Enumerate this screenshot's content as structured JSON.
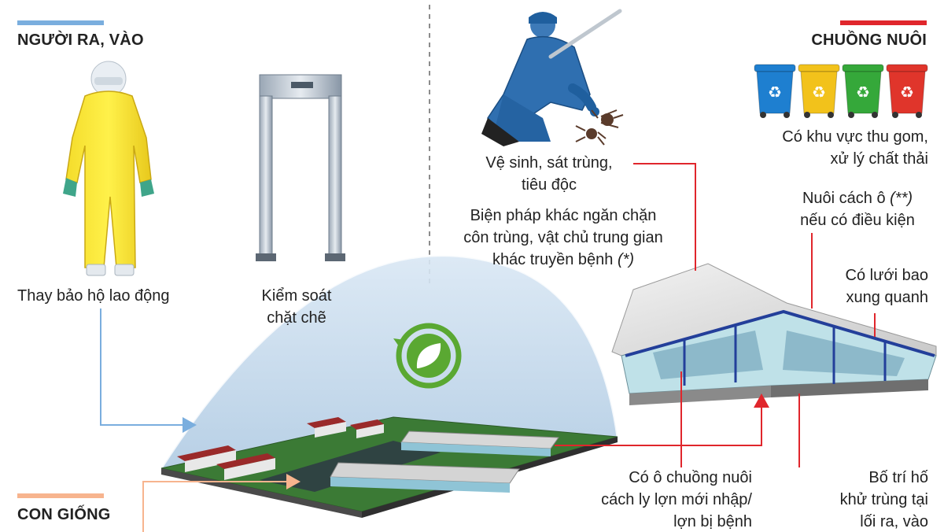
{
  "sections": {
    "people": {
      "title": "NGƯỜI RA, VÀO",
      "accent": "#7aaede"
    },
    "pens": {
      "title": "CHUỒNG NUÔI",
      "accent": "#e0262c"
    },
    "breeds": {
      "title": "CON GIỐNG",
      "accent": "#f7b48e"
    }
  },
  "labels": {
    "ppe": "Thay bảo hộ lao động",
    "gate_line1": "Kiểm soát",
    "gate_line2": "chặt chẽ",
    "sanitize_line1": "Vệ sinh, sát trùng,",
    "sanitize_line2": "tiêu độc",
    "other_line1": "Biện pháp khác ngăn chặn",
    "other_line2": "côn trùng, vật chủ trung gian",
    "other_line3": "khác truyền bệnh ",
    "other_note": "(*)",
    "waste_line1": "Có khu vực thu gom,",
    "waste_line2": "xử lý chất thải",
    "cells_line1": "Nuôi cách ô ",
    "cells_note": "(**)",
    "cells_line2": "nếu có điều kiện",
    "net_line1": "Có lưới bao",
    "net_line2": "xung quanh",
    "quarantine_line1": "Có ô chuồng nuôi",
    "quarantine_line2": "cách ly lợn mới nhập/",
    "quarantine_line3": "lợn bị bệnh",
    "footbath_line1": "Bố trí hố",
    "footbath_line2": "khử trùng tại",
    "footbath_line3": "lối ra, vào"
  },
  "bins": [
    {
      "color": "#1e7fd0",
      "icon": "recycle-icon"
    },
    {
      "color": "#f2c21b",
      "icon": "recycle-icon"
    },
    {
      "color": "#35a83a",
      "icon": "recycle-icon"
    },
    {
      "color": "#e0352b",
      "icon": "recycle-icon"
    }
  ],
  "colors": {
    "connector_red": "#e0262c",
    "connector_blue": "#7aaede",
    "connector_orange": "#f7b48e",
    "dome": "#c7dcee",
    "eco_green": "#5aa832"
  }
}
